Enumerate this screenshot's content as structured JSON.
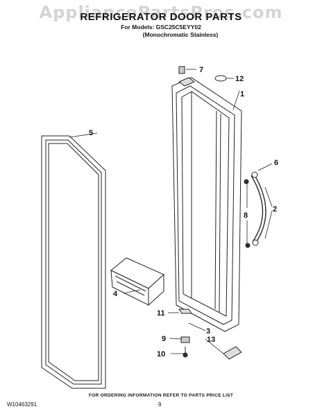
{
  "watermark": "AppliancePartsPros.com",
  "header": {
    "title": "REFRIGERATOR DOOR PARTS",
    "models_line": "For Models: GSC25C5EYY02",
    "variant_line": "(Monochromatic Stainless)"
  },
  "callouts": [
    "1",
    "2",
    "3",
    "4",
    "5",
    "6",
    "7",
    "8",
    "9",
    "10",
    "11",
    "12",
    "13"
  ],
  "footer": {
    "ordering_note": "FOR ORDERING INFORMATION REFER TO PARTS PRICE LIST",
    "doc_number": "W10463291",
    "page_number": "9"
  }
}
